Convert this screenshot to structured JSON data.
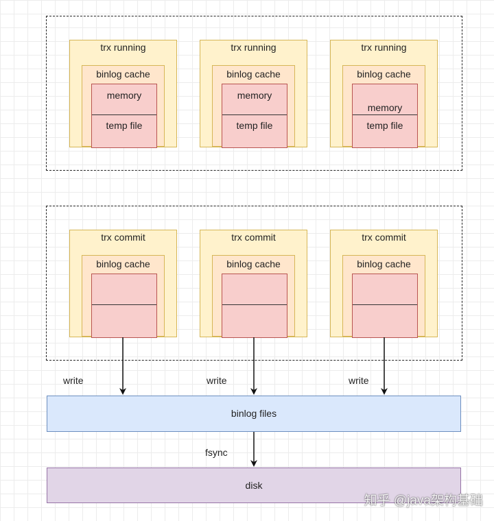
{
  "running": {
    "items": [
      {
        "title": "trx running",
        "cache": "binlog cache",
        "memory": "memory",
        "temp": "temp file"
      },
      {
        "title": "trx running",
        "cache": "binlog cache",
        "memory": "memory",
        "temp": "temp file"
      },
      {
        "title": "trx running",
        "cache": "binlog cache",
        "memory": "memory",
        "temp": "temp file"
      }
    ]
  },
  "commit": {
    "items": [
      {
        "title": "trx commit",
        "cache": "binlog cache"
      },
      {
        "title": "trx commit",
        "cache": "binlog cache"
      },
      {
        "title": "trx commit",
        "cache": "binlog cache"
      }
    ]
  },
  "write_labels": [
    "write",
    "write",
    "write"
  ],
  "binlog_files": "binlog files",
  "fsync_label": "fsync",
  "disk": "disk",
  "watermark": "知乎 @java架构基础",
  "colors": {
    "trx_fill": "#fff2cc",
    "trx_border": "#d6b656",
    "cache_fill": "#ffe6cc",
    "store_fill": "#f8cecc",
    "store_border": "#b85450",
    "files_fill": "#dae8fc",
    "files_border": "#6c8ebf",
    "disk_fill": "#e1d5e7",
    "disk_border": "#9673a6"
  }
}
